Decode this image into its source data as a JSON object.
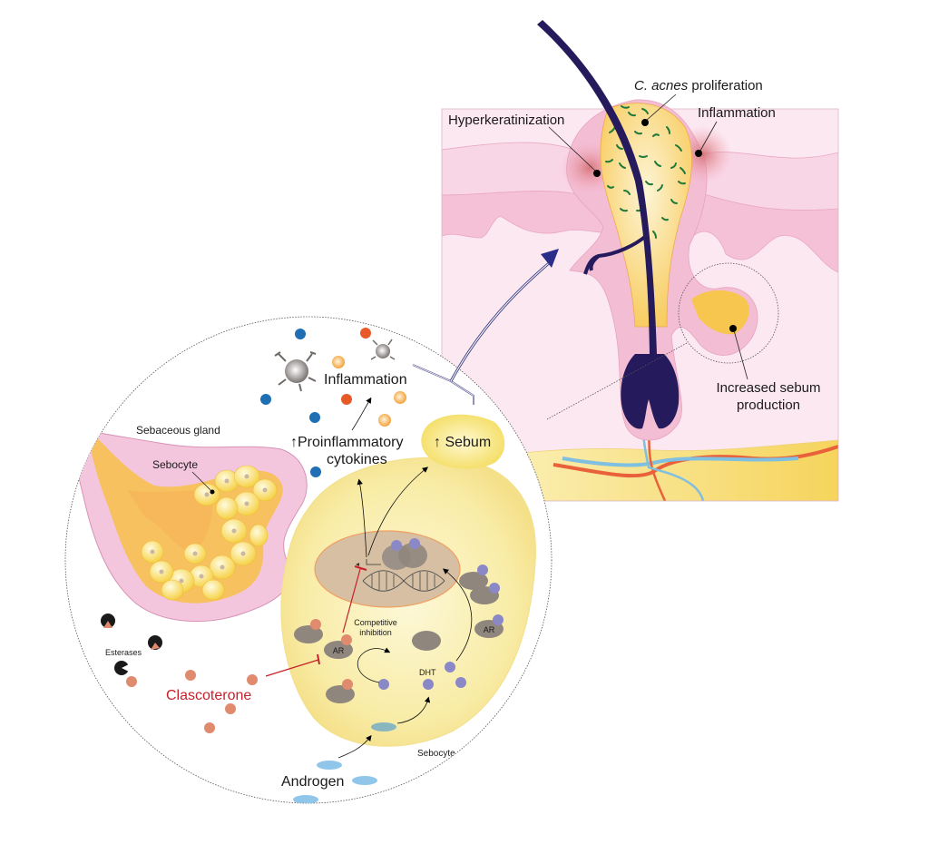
{
  "skin_panel": {
    "labels": {
      "c_acnes_italic": "C. acnes",
      "c_acnes_rest": " proliferation",
      "hyperkeratinization": "Hyperkeratinization",
      "inflammation": "Inflammation",
      "sebum_line1": "Increased sebum",
      "sebum_line2": "production"
    }
  },
  "magnified_circle": {
    "labels": {
      "inflammation": "Inflammation",
      "cytokines_line1": "↑Proinflammatory",
      "cytokines_line2": "cytokines",
      "sebum": "↑ Sebum",
      "sebaceous_gland": "Sebaceous gland",
      "sebocyte_gland": "Sebocyte",
      "esterases": "Esterases",
      "clascoterone": "Clascoterone",
      "competitive_line1": "Competitive",
      "competitive_line2": "inhibition",
      "ar_left": "AR",
      "ar_right": "AR",
      "dht": "DHT",
      "sebocyte_cell": "Sebocyte",
      "androgen": "Androgen"
    }
  },
  "colors": {
    "hair": "#241a5c",
    "skin_pink": "#f4c6da",
    "skin_light": "#fbe6f0",
    "sebum_yellow": "#f6d35a",
    "bacteria_green": "#1f7a3a",
    "inflammation_red": "#d9656a",
    "clascoterone_red": "#c8202a",
    "clascoterone_dot": "#e08a6e",
    "dht_dot": "#8a88c6",
    "androgen": "#8fc6ea",
    "cytokine_blue": "#1f6fb5",
    "cytokine_orange": "#e65a2a",
    "cytokine_gold": "#f3a94a"
  }
}
